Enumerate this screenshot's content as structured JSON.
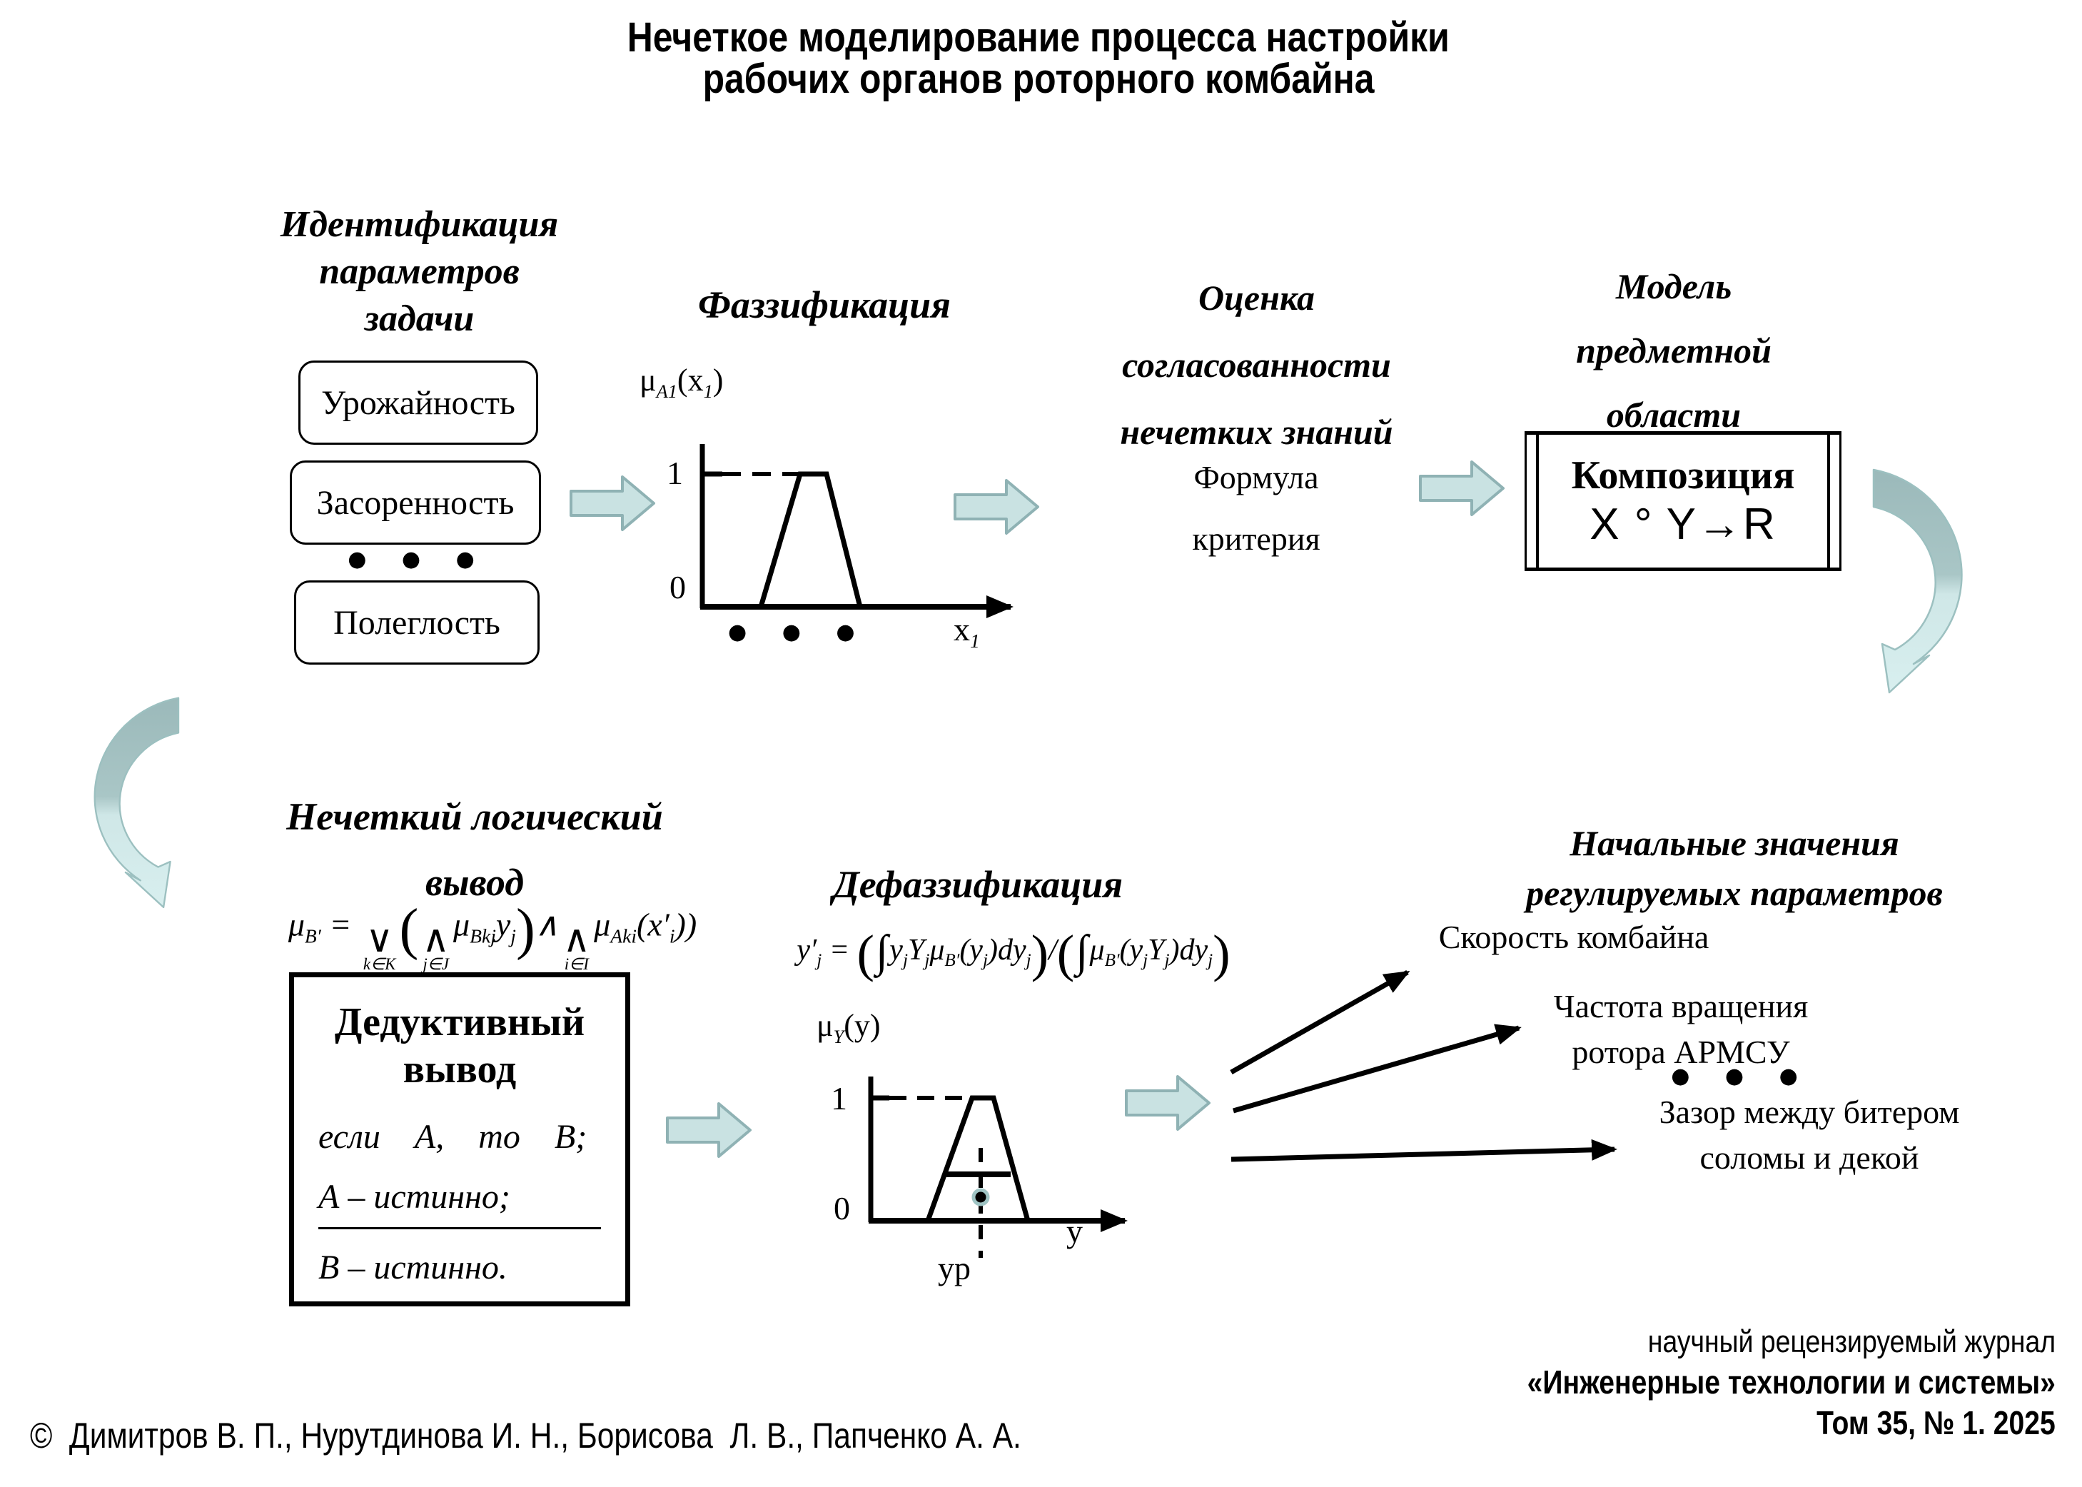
{
  "title": {
    "line1": "Нечеткое моделирование процесса настройки",
    "line2": "рабочих органов роторного комбайна"
  },
  "identification": {
    "heading_lines": [
      "Идентификация",
      "параметров",
      "задачи"
    ],
    "boxes": [
      "Урожайность",
      "Засоренность",
      "Полеглость"
    ],
    "ellipsis": "● ● ●"
  },
  "fuzzification": {
    "heading": "Фаззификация",
    "mu_label": [
      {
        "t": "μ"
      },
      {
        "sub": "А1"
      },
      {
        "t": "(x"
      },
      {
        "sub": "1"
      },
      {
        "t": ")"
      }
    ],
    "one": "1",
    "zero": "0",
    "x_label": [
      {
        "t": "x"
      },
      {
        "sub": "1"
      }
    ],
    "ellipsis": "● ● ●"
  },
  "consistency": {
    "heading_lines": [
      "Оценка",
      "согласованности",
      "нечетких знаний"
    ],
    "note_lines": [
      "Формула",
      "критерия"
    ]
  },
  "domain_model": {
    "heading_lines": [
      "Модель",
      "предметной",
      "области"
    ],
    "box_title": "Композиция",
    "box_formula": "X ° Y→R"
  },
  "inference": {
    "heading_lines": [
      "Нечеткий логический",
      "вывод"
    ],
    "formula": [
      {
        "t": "μ"
      },
      {
        "sub": "B′"
      },
      {
        "t": " = "
      },
      {
        "under": [
          "∨",
          "k∈K"
        ]
      },
      {
        "big": "("
      },
      {
        "under": [
          "∧",
          "j∈J"
        ]
      },
      {
        "t": "μ"
      },
      {
        "sub": "Bkj"
      },
      {
        "t": "y"
      },
      {
        "sub": "j"
      },
      {
        "big": ")"
      },
      {
        "t": "∧"
      },
      {
        "under": [
          "∧",
          "i∈I"
        ]
      },
      {
        "t": "μ"
      },
      {
        "sub": "Aki"
      },
      {
        "t": "(x′"
      },
      {
        "sub": "i"
      },
      {
        "t": "))"
      }
    ]
  },
  "deduction": {
    "title_lines": [
      "Дедуктивный",
      "вывод"
    ],
    "rule": "если А, то В;",
    "premise": "А – истинно;",
    "conclusion": "В – истинно."
  },
  "defuzzification": {
    "heading": "Дефаззификация",
    "formula": [
      {
        "t": "y′"
      },
      {
        "sub": "j"
      },
      {
        "t": " = "
      },
      {
        "big": "("
      },
      {
        "int": "∫"
      },
      {
        "t": "y"
      },
      {
        "sub": "j"
      },
      {
        "t": "Y"
      },
      {
        "sub": "j"
      },
      {
        "t": "μ"
      },
      {
        "sub": "B′"
      },
      {
        "t": "(y"
      },
      {
        "sub": "j"
      },
      {
        "t": ")dy"
      },
      {
        "sub": "j"
      },
      {
        "big": ")"
      },
      {
        "t": "/"
      },
      {
        "big": "("
      },
      {
        "int": "∫"
      },
      {
        "t": "μ"
      },
      {
        "sub": "B′"
      },
      {
        "t": "(y"
      },
      {
        "sub": "j"
      },
      {
        "t": "Y"
      },
      {
        "sub": "j"
      },
      {
        "t": ")dy"
      },
      {
        "sub": "j"
      },
      {
        "big": ")"
      }
    ],
    "mu_label": [
      {
        "t": "μ"
      },
      {
        "sub": "Y"
      },
      {
        "t": "(y)"
      }
    ],
    "one": "1",
    "zero": "0",
    "y_label": "y",
    "yp_label": "yр"
  },
  "outputs": {
    "heading_lines": [
      "Начальные значения",
      "регулируемых параметров"
    ],
    "param1": "Скорость комбайна",
    "param2_lines": [
      "Частота вращения",
      "ротора АРМСУ"
    ],
    "ellipsis": "● ● ●",
    "param3_lines": [
      "Зазор между битером",
      "соломы и декой"
    ]
  },
  "footer": {
    "copyright": "©  Димитров В. П., Нурутдинова И. Н., Борисова  Л. В., Папченко А. А.",
    "journal_lines": [
      "научный рецензируемый журнал",
      "«Инженерные технологии и системы»",
      "Том 35, № 1. 2025"
    ]
  },
  "colors": {
    "ink": "#000000",
    "block_arrow_fill": "#c9e2e2",
    "block_arrow_stroke": "#8fb2b4",
    "curve_dark": "#9bb9ba",
    "curve_light": "#d8efef"
  }
}
